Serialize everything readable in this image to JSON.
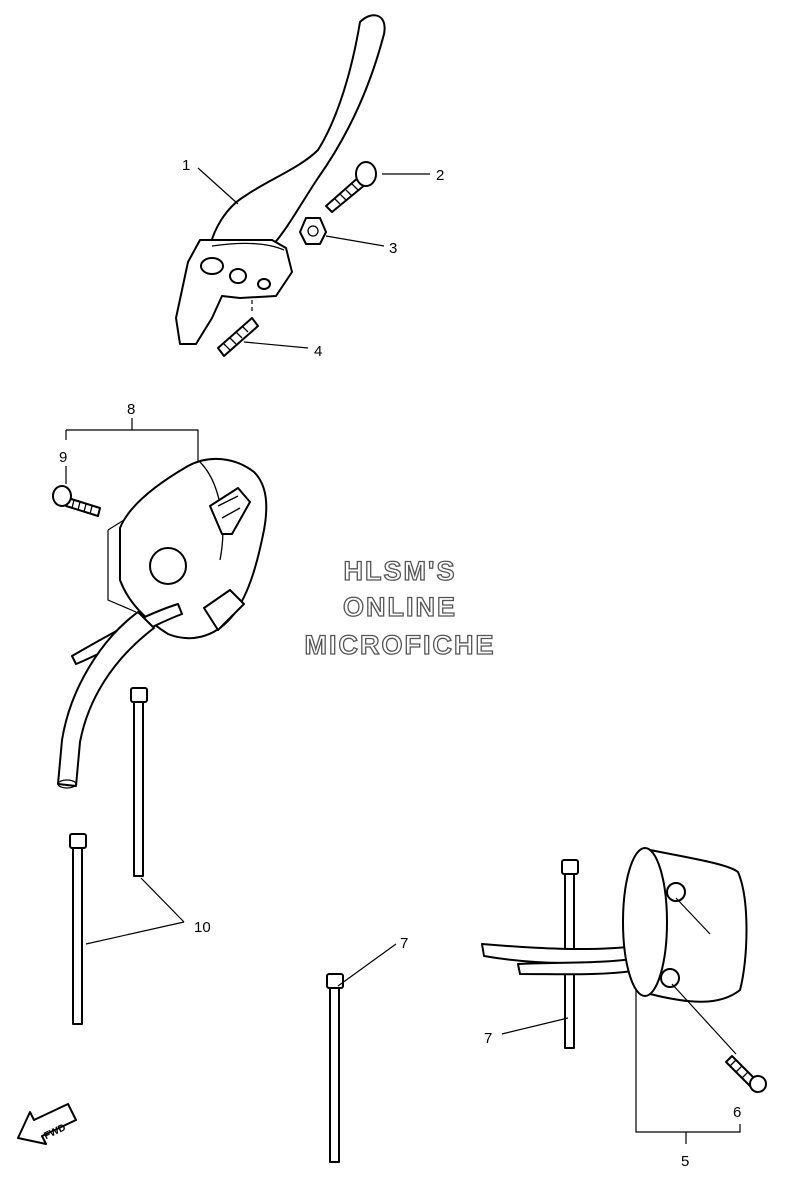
{
  "callouts": {
    "c1": "1",
    "c2": "2",
    "c3": "3",
    "c4": "4",
    "c5": "5",
    "c6": "6",
    "c7a": "7",
    "c7b": "7",
    "c8": "8",
    "c9": "9",
    "c10": "10"
  },
  "watermark": {
    "line1": "HLSM'S",
    "line2": "ONLINE",
    "line3": "MICROFICHE"
  },
  "fwd_label": "FWD"
}
